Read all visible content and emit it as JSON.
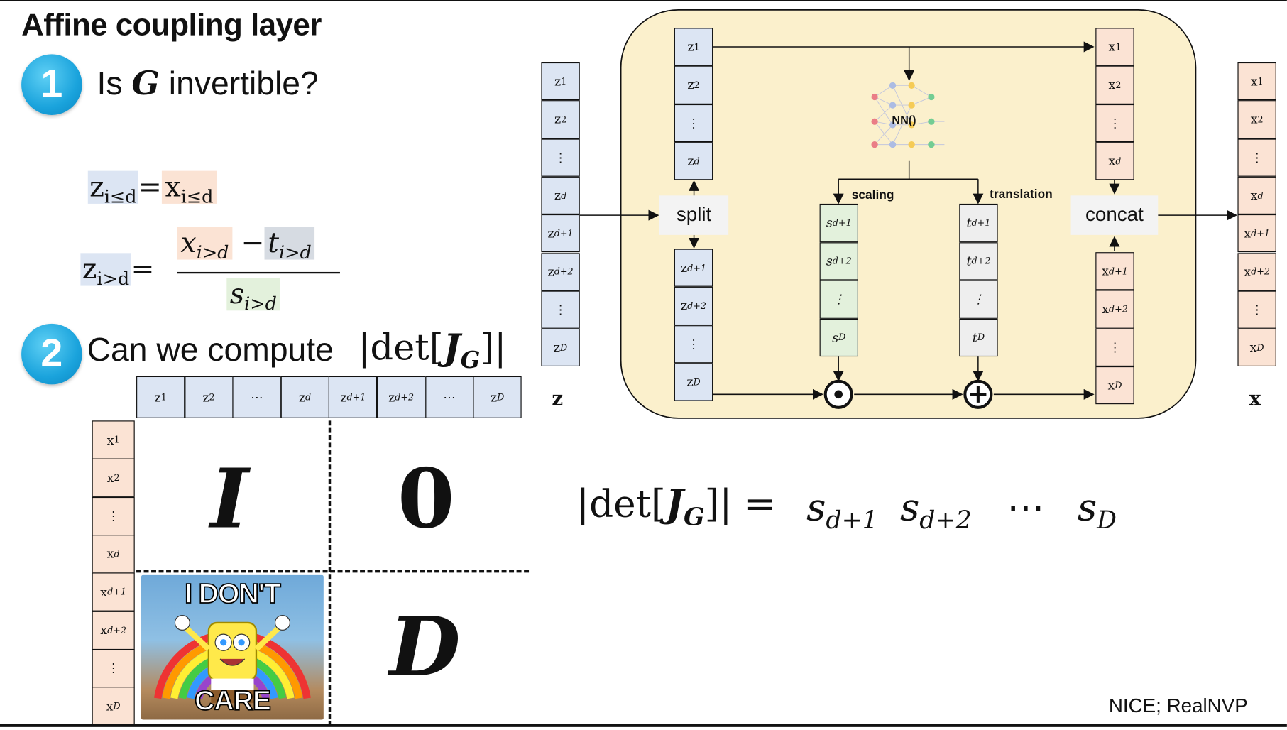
{
  "title": "Affine coupling layer",
  "q1": {
    "number": "1",
    "prefix": "Is",
    "symbol": "G",
    "suffix": "invertible?"
  },
  "q2": {
    "number": "2",
    "text": "Can we compute"
  },
  "equations": {
    "eq1_lhs": "z",
    "eq1_lhs_sub": "i≤d",
    "eq1_rhs": "x",
    "eq1_rhs_sub": "i≤d",
    "eq2_lhs": "z",
    "eq2_lhs_sub": "i>d",
    "eq2_num_x": "x",
    "eq2_num_x_sub": "i>d",
    "eq2_num_t": "t",
    "eq2_num_t_sub": "i>d",
    "eq2_den_s": "s",
    "eq2_den_s_sub": "i>d",
    "equals": "=",
    "minus": "−"
  },
  "detexpr": {
    "left": "|det[",
    "J": "J",
    "G": "G",
    "right": "]|"
  },
  "jacobian": {
    "col_headers": [
      {
        "b": "z",
        "s": "1"
      },
      {
        "b": "z",
        "s": "2"
      },
      {
        "b": "⋯",
        "s": ""
      },
      {
        "b": "z",
        "s": "d"
      },
      {
        "b": "z",
        "s": "d+1"
      },
      {
        "b": "z",
        "s": "d+2"
      },
      {
        "b": "⋯",
        "s": ""
      },
      {
        "b": "z",
        "s": "D"
      }
    ],
    "row_headers": [
      {
        "b": "x",
        "s": "1"
      },
      {
        "b": "x",
        "s": "2"
      },
      {
        "b": "⋮",
        "s": ""
      },
      {
        "b": "x",
        "s": "d"
      },
      {
        "b": "x",
        "s": "d+1"
      },
      {
        "b": "x",
        "s": "d+2"
      },
      {
        "b": "⋮",
        "s": ""
      },
      {
        "b": "x",
        "s": "D"
      }
    ],
    "identity": "I",
    "zero": "0",
    "diag": "D",
    "meme_top": "I DON'T",
    "meme_bottom": "CARE"
  },
  "result": {
    "lhs": "|det[",
    "J": "J",
    "G": "G",
    "rhs": "]| =",
    "terms": [
      {
        "b": "s",
        "s": "d+1"
      },
      {
        "b": "s",
        "s": "d+2"
      },
      {
        "b": "⋯",
        "s": ""
      },
      {
        "b": "s",
        "s": "D"
      }
    ]
  },
  "diagram": {
    "z_vector": [
      {
        "b": "z",
        "s": "1"
      },
      {
        "b": "z",
        "s": "2"
      },
      {
        "b": "⋮",
        "s": ""
      },
      {
        "b": "z",
        "s": "d"
      },
      {
        "b": "z",
        "s": "d+1"
      },
      {
        "b": "z",
        "s": "d+2"
      },
      {
        "b": "⋮",
        "s": ""
      },
      {
        "b": "z",
        "s": "D"
      }
    ],
    "z_label": "z",
    "x_vector": [
      {
        "b": "x",
        "s": "1"
      },
      {
        "b": "x",
        "s": "2"
      },
      {
        "b": "⋮",
        "s": ""
      },
      {
        "b": "x",
        "s": "d"
      },
      {
        "b": "x",
        "s": "d+1"
      },
      {
        "b": "x",
        "s": "d+2"
      },
      {
        "b": "⋮",
        "s": ""
      },
      {
        "b": "x",
        "s": "D"
      }
    ],
    "x_label": "x",
    "split_label": "split",
    "concat_label": "concat",
    "nn_label": "NN()",
    "scaling_label": "scaling",
    "translation_label": "translation",
    "inner_z_top": [
      {
        "b": "z",
        "s": "1"
      },
      {
        "b": "z",
        "s": "2"
      },
      {
        "b": "⋮",
        "s": ""
      },
      {
        "b": "z",
        "s": "d"
      }
    ],
    "inner_z_bottom": [
      {
        "b": "z",
        "s": "d+1"
      },
      {
        "b": "z",
        "s": "d+2"
      },
      {
        "b": "⋮",
        "s": ""
      },
      {
        "b": "z",
        "s": "D"
      }
    ],
    "s_vector": [
      {
        "b": "s",
        "s": "d+1"
      },
      {
        "b": "s",
        "s": "d+2"
      },
      {
        "b": "⋮",
        "s": ""
      },
      {
        "b": "s",
        "s": "D"
      }
    ],
    "t_vector": [
      {
        "b": "t",
        "s": "d+1"
      },
      {
        "b": "t",
        "s": "d+2"
      },
      {
        "b": "⋮",
        "s": ""
      },
      {
        "b": "t",
        "s": "D"
      }
    ],
    "inner_x_top": [
      {
        "b": "x",
        "s": "1"
      },
      {
        "b": "x",
        "s": "2"
      },
      {
        "b": "⋮",
        "s": ""
      },
      {
        "b": "x",
        "s": "d"
      }
    ],
    "inner_x_bottom": [
      {
        "b": "x",
        "s": "d+1"
      },
      {
        "b": "x",
        "s": "d+2"
      },
      {
        "b": "⋮",
        "s": ""
      },
      {
        "b": "x",
        "s": "D"
      }
    ],
    "colors": {
      "box_fill": "#fbf0cc",
      "blue": "#dce5f3",
      "orange": "#fbe3d4",
      "green": "#e3f1dc",
      "badge": "#1aa3dc"
    }
  },
  "footer": "NICE; RealNVP"
}
